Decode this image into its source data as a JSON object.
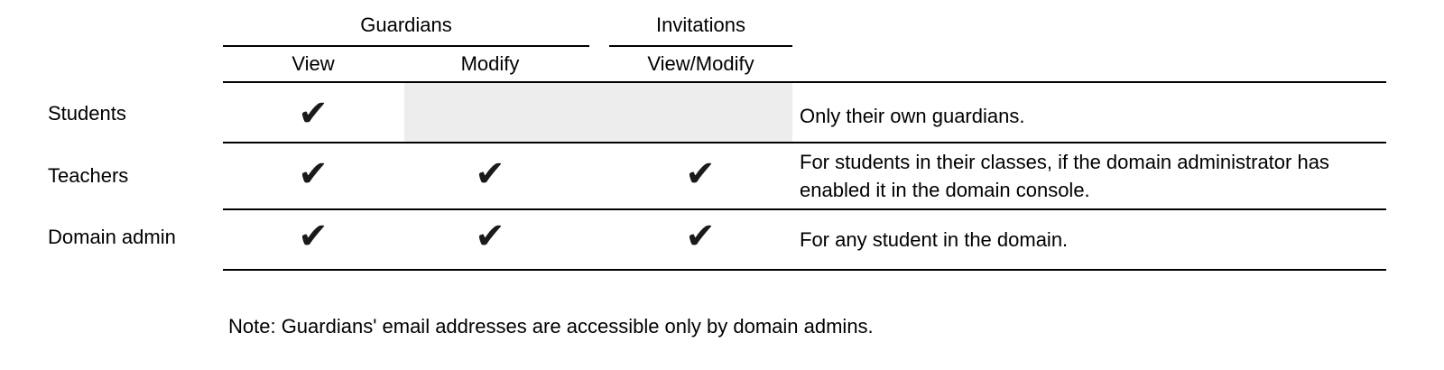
{
  "table": {
    "column_groups": [
      {
        "label": "Guardians",
        "columns": [
          "View",
          "Modify"
        ]
      },
      {
        "label": "Invitations",
        "columns": [
          "View/Modify"
        ]
      }
    ],
    "check_glyph": "✔",
    "rows": [
      {
        "label": "Students",
        "checks": {
          "view": true,
          "modify": false,
          "view_modify": false
        },
        "shaded_cells": [
          "Modify",
          "View/Modify"
        ],
        "note": "Only their own guardians."
      },
      {
        "label": "Teachers",
        "checks": {
          "view": true,
          "modify": true,
          "view_modify": true
        },
        "shaded_cells": [],
        "note": "For students in their classes, if the domain administrator has enabled it in the domain console."
      },
      {
        "label": "Domain admin",
        "checks": {
          "view": true,
          "modify": true,
          "view_modify": true
        },
        "shaded_cells": [],
        "note": "For any student in the domain."
      }
    ]
  },
  "footnote": "Note: Guardians' email addresses are accessible only by domain admins.",
  "colors": {
    "text": "#000000",
    "rule": "#000000",
    "disabled_cell_bg": "#ededed",
    "check": "#1a1a1a"
  }
}
